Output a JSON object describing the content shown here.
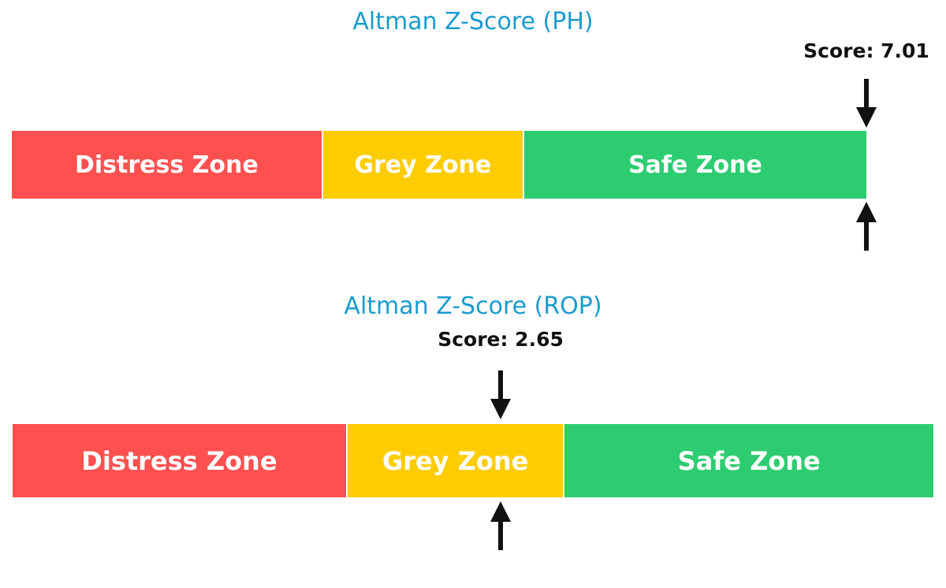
{
  "colors": {
    "title": "#1a9ccf",
    "distress": "#ff5050",
    "grey": "#ffcc00",
    "safe": "#2ecc71",
    "arrow": "#111111"
  },
  "chart_data": [
    {
      "type": "bar",
      "title": "Altman Z-Score (PH)",
      "score": 7.01,
      "score_label": "Score: 7.01",
      "xlim": [
        0,
        7.01
      ],
      "zones": [
        {
          "name": "Distress Zone",
          "from": 0,
          "to": 2.54
        },
        {
          "name": "Grey Zone",
          "from": 2.54,
          "to": 4.19
        },
        {
          "name": "Safe Zone",
          "from": 4.19,
          "to": 7.01
        }
      ]
    },
    {
      "type": "bar",
      "title": "Altman Z-Score (ROP)",
      "score": 2.65,
      "score_label": "Score: 2.65",
      "xlim": [
        0,
        5.0
      ],
      "zones": [
        {
          "name": "Distress Zone",
          "from": 0,
          "to": 1.81
        },
        {
          "name": "Grey Zone",
          "from": 1.81,
          "to": 2.99
        },
        {
          "name": "Safe Zone",
          "from": 2.99,
          "to": 5.0
        }
      ]
    }
  ]
}
